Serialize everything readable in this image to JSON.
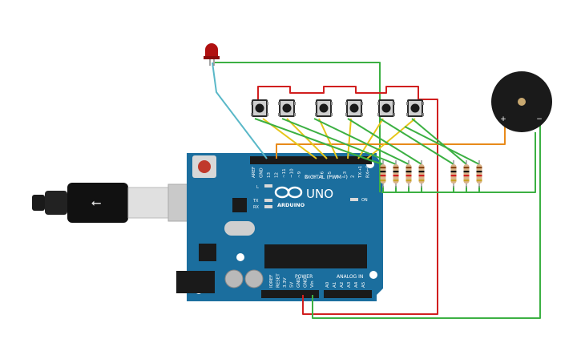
{
  "board": {
    "name": "UNO",
    "brand": "ARDUINO",
    "digital_label": "DIGITAL (PWM~)",
    "analog_label": "ANALOG IN",
    "power_label": "POWER",
    "on_label": "ON",
    "l_label": "L",
    "tx_label": "TX",
    "rx_label": "RX",
    "digital_pins": [
      "AREF",
      "GND",
      "13",
      "12",
      "~11",
      "~10",
      "~9",
      "8",
      "7",
      "~6",
      "~5",
      "4",
      "~3",
      "2",
      "TX➝1",
      "RX←0"
    ],
    "power_pins": [
      "IOREF",
      "RESET",
      "3.3V",
      "5V",
      "GND",
      "GND",
      "Vin"
    ],
    "analog_pins": [
      "A0",
      "A1",
      "A2",
      "A3",
      "A4",
      "A5"
    ]
  },
  "components": {
    "led_color": "red",
    "buzzer_plus": "+",
    "buzzer_minus": "−",
    "pushbutton_count": 6,
    "resistor_count": 7,
    "usb_symbol": "⭠"
  },
  "colors": {
    "board": "#1b6e9e",
    "wire_green": "#3cb043",
    "wire_red": "#d11f1f",
    "wire_yellow": "#e6c619",
    "wire_orange": "#e88a1a",
    "wire_teal": "#5ab8c8",
    "led": "#b01010"
  }
}
